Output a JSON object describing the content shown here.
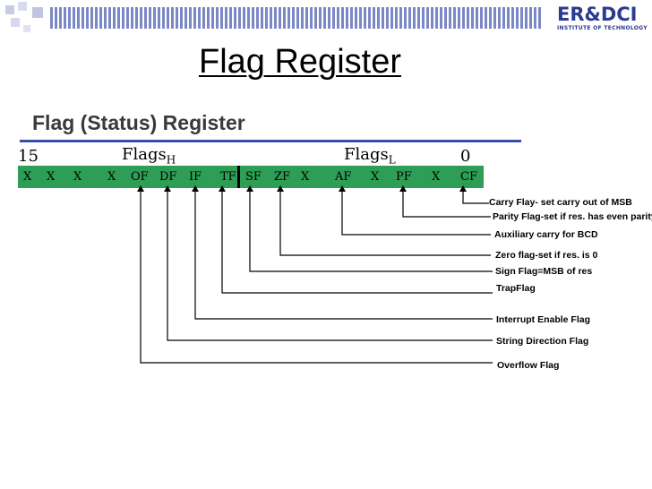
{
  "logo": {
    "name": "ER&DCI",
    "subtitle": "INSTITUTE OF TECHNOLOGY"
  },
  "title": "Flag Register",
  "subtitle": "Flag (Status) Register",
  "bit_labels": {
    "high": "15",
    "low": "0"
  },
  "groups": {
    "high": {
      "label": "Flags",
      "sub": "H"
    },
    "low": {
      "label": "Flags",
      "sub": "L"
    }
  },
  "register_cells": [
    "X",
    "X",
    "X",
    "X",
    "OF",
    "DF",
    "IF",
    "TF",
    "SF",
    "ZF",
    "X",
    "AF",
    "X",
    "PF",
    "X",
    "CF"
  ],
  "annotations": {
    "cf": "Carry Flay- set carry out of MSB",
    "pf": "Parity Flag-set if res. has even parity",
    "af": "Auxiliary carry for BCD",
    "zf": "Zero flag-set if res. is 0",
    "sf": "Sign Flag=MSB of res",
    "tf": "TrapFlag",
    "if": "Interrupt Enable Flag",
    "df": "String Direction Flag",
    "of": "Overflow Flag"
  },
  "colors": {
    "register": "#2e9e57",
    "accent": "#3b4ea6",
    "stripes": "#7c87c6"
  }
}
